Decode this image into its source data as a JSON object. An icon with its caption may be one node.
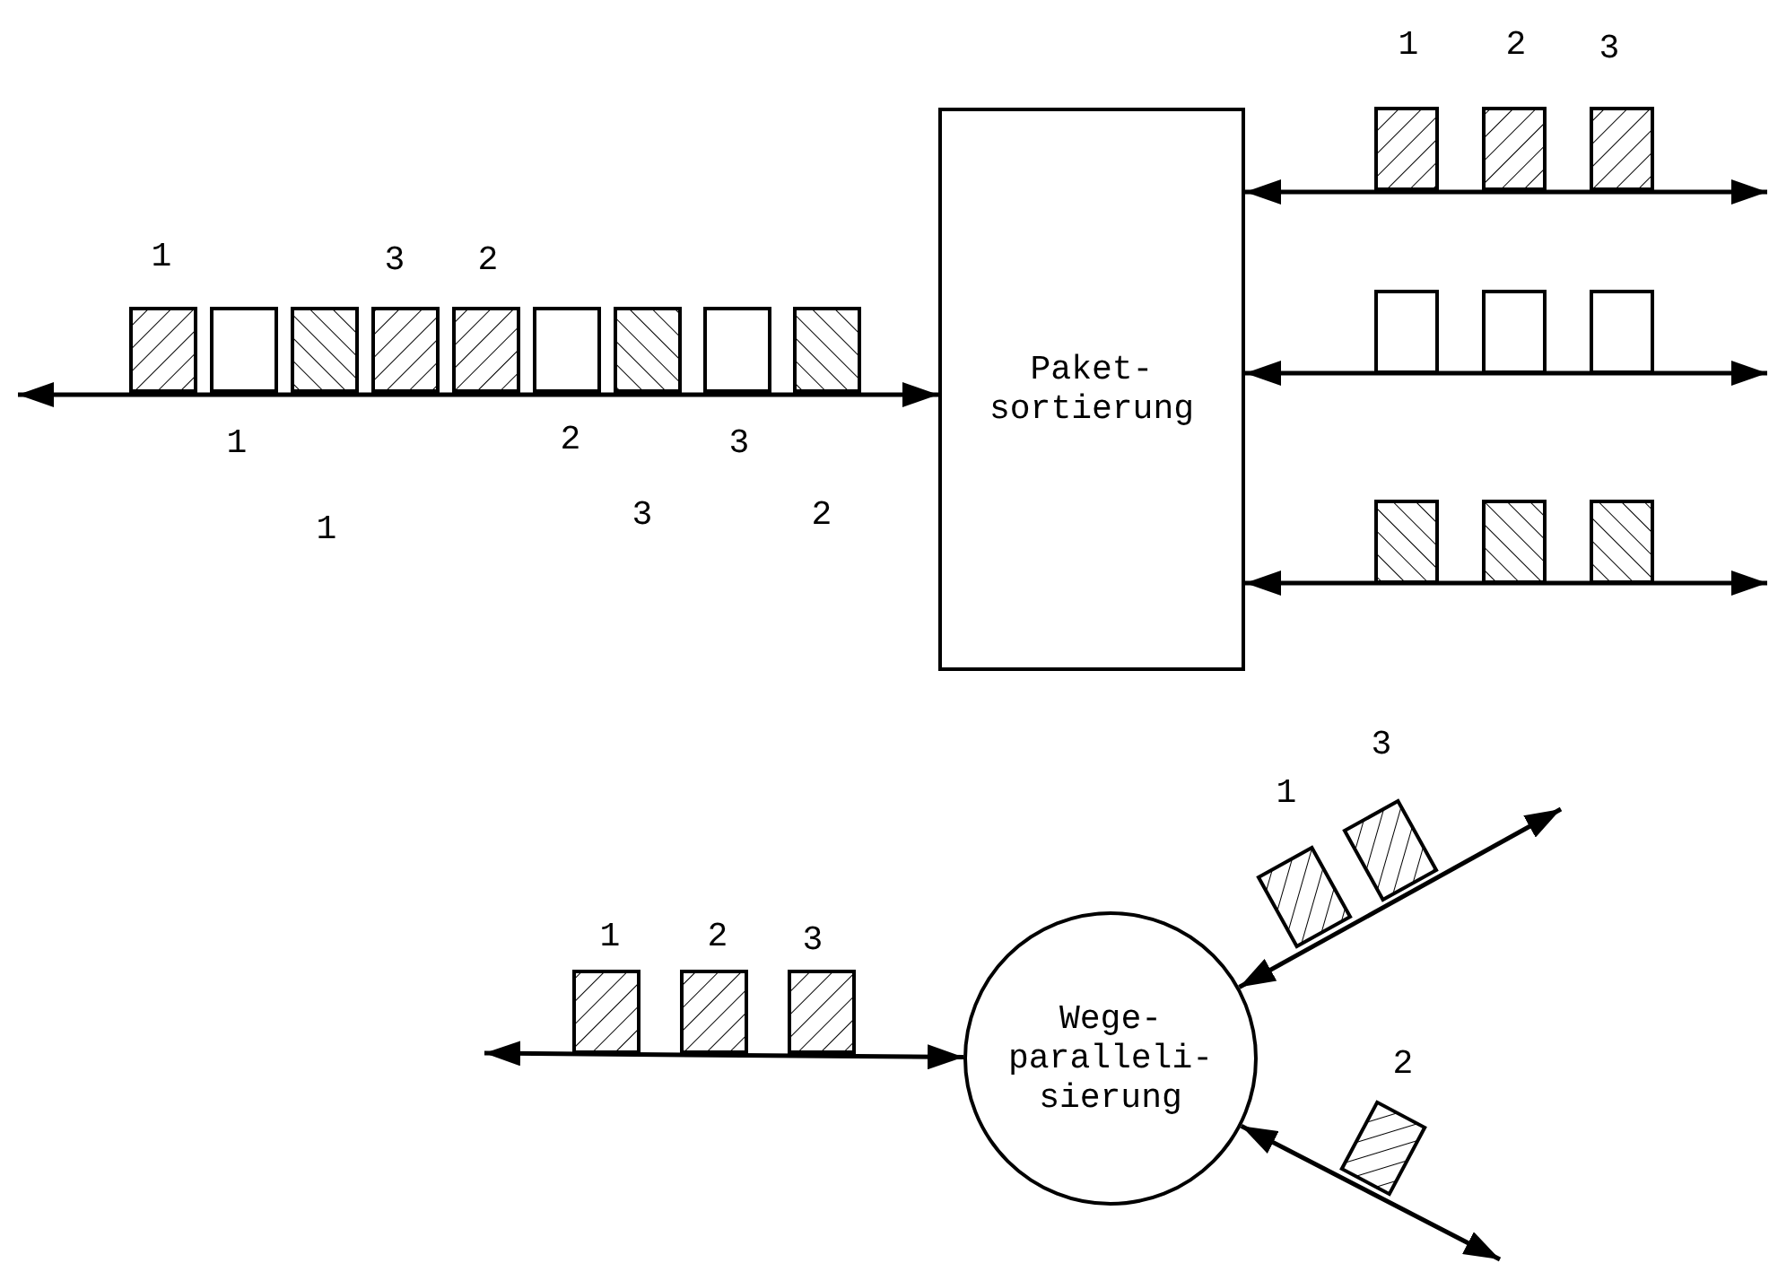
{
  "diagram": {
    "nodes": [
      {
        "text": [
          "Paket- sortierung"
        ]
      },
      {
        "text": [
          "Wege- paralleli- sierung"
        ]
      }
    ],
    "edges": [
      {
        "from": null,
        "to": 0,
        "arrow": "both"
      },
      {
        "from": 0,
        "to": null,
        "arrow": "both"
      },
      {
        "from": 0,
        "to": null,
        "arrow": "both"
      },
      {
        "from": 0,
        "to": null,
        "arrow": "both"
      },
      {
        "from": null,
        "to": 1,
        "arrow": "both"
      },
      {
        "from": 1,
        "to": null,
        "arrow": "both"
      },
      {
        "from": 1,
        "to": null,
        "arrow": "both"
      }
    ],
    "labels": [
      "1",
      "2",
      "3",
      "1",
      "3",
      "2",
      "1",
      "2",
      "3",
      "1",
      "3",
      "2",
      "3",
      "1",
      "1",
      "2",
      "3",
      "2"
    ]
  }
}
